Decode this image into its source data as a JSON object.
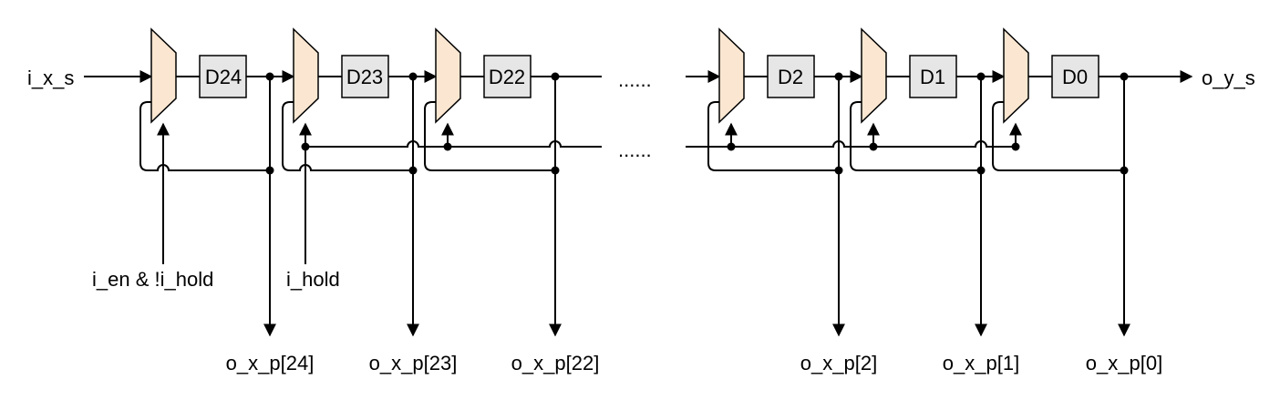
{
  "inputs": {
    "serial_in": "i_x_s",
    "enable": "i_en & !i_hold",
    "hold": "i_hold"
  },
  "outputs": {
    "serial_out": "o_y_s",
    "parallel": [
      "o_x_p[24]",
      "o_x_p[23]",
      "o_x_p[22]",
      "o_x_p[2]",
      "o_x_p[1]",
      "o_x_p[0]"
    ]
  },
  "registers": [
    "D24",
    "D23",
    "D22",
    "D2",
    "D1",
    "D0"
  ],
  "ellipsis": "......",
  "colors": {
    "mux_fill": "#fbe7d1",
    "register_fill": "#e6e6e6",
    "wire": "#000000"
  }
}
